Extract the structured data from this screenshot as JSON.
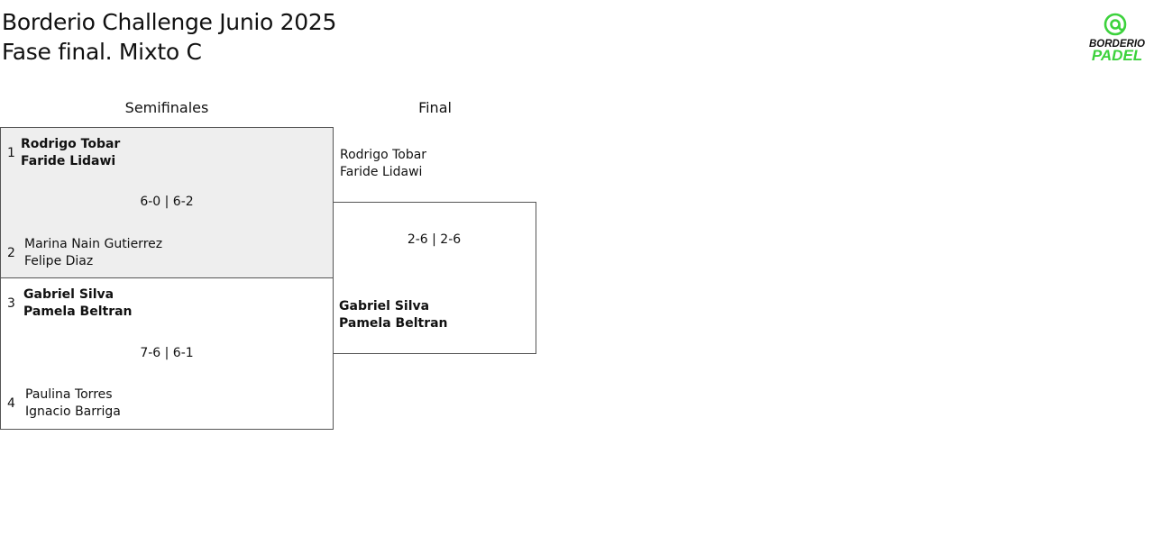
{
  "header": {
    "title_line1": "Borderio Challenge Junio 2025",
    "title_line2": "Fase final. Mixto C"
  },
  "logo": {
    "icon": "at-sign-ball-icon",
    "line1": "BORDERIO",
    "line2": "PADEL",
    "accent_color": "#3cd23c"
  },
  "rounds": {
    "semifinal_label": "Semifinales",
    "final_label": "Final"
  },
  "semifinals": [
    {
      "score": "6-0 | 6-2",
      "top": {
        "seed": "1",
        "player1": "Rodrigo Tobar",
        "player2": "Faride Lidawi",
        "winner": true
      },
      "bottom": {
        "seed": "2",
        "player1": "Marina Nain Gutierrez",
        "player2": "Felipe Diaz",
        "winner": false
      }
    },
    {
      "score": "7-6 | 6-1",
      "top": {
        "seed": "3",
        "player1": "Gabriel Silva",
        "player2": "Pamela Beltran",
        "winner": true
      },
      "bottom": {
        "seed": "4",
        "player1": "Paulina Torres",
        "player2": "Ignacio Barriga",
        "winner": false
      }
    }
  ],
  "final": {
    "score": "2-6 | 2-6",
    "top": {
      "player1": "Rodrigo Tobar",
      "player2": "Faride Lidawi",
      "winner": false
    },
    "bottom": {
      "player1": "Gabriel Silva",
      "player2": "Pamela Beltran",
      "winner": true
    }
  }
}
